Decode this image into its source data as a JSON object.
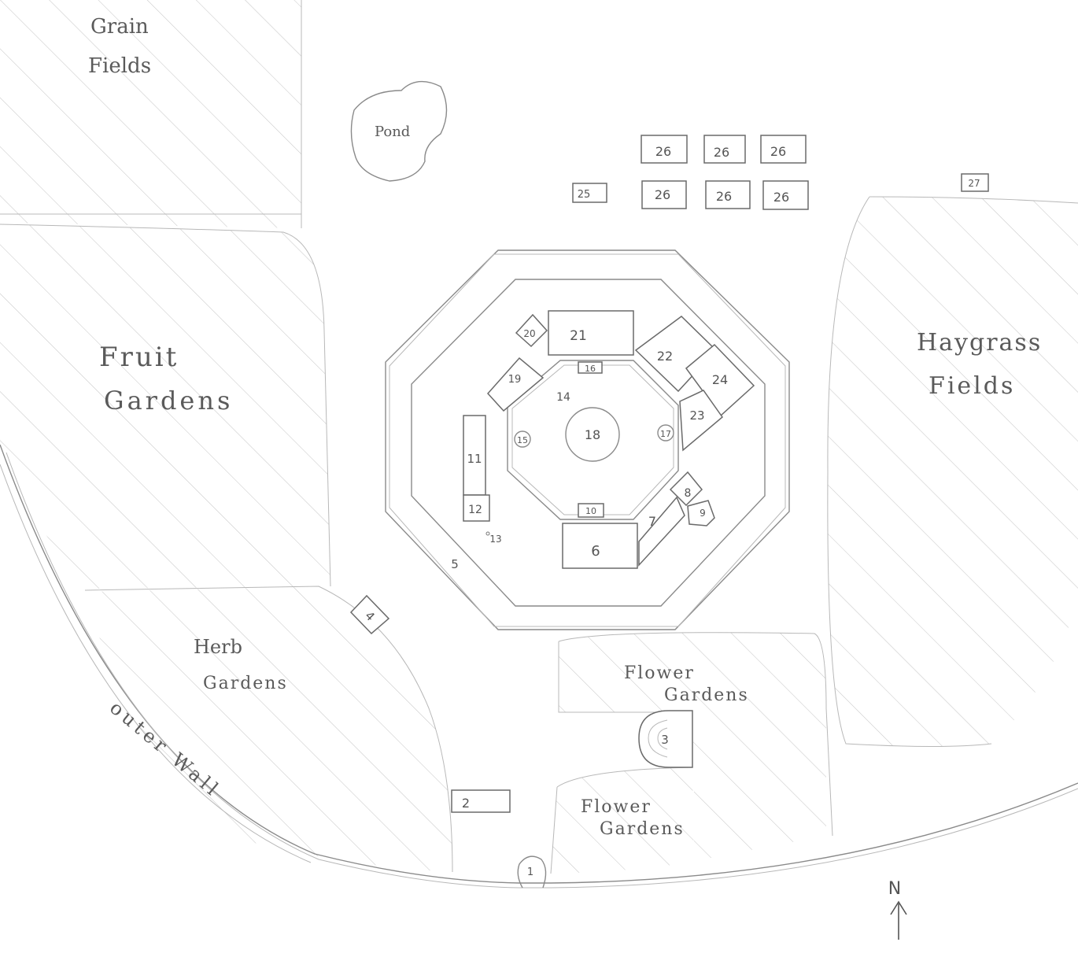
{
  "regions": {
    "grain": [
      "Grain",
      "Fields"
    ],
    "pond": "Pond",
    "fruit": [
      "Fruit",
      "Gardens"
    ],
    "haygrass": [
      "Haygrass",
      "Fields"
    ],
    "herb": [
      "Herb",
      "Gardens"
    ],
    "flower_upper": [
      "Flower",
      "Gardens"
    ],
    "flower_lower": [
      "Flower",
      "Gardens"
    ],
    "outer_wall": "outer Wall"
  },
  "numbers": {
    "n1": "1",
    "n2": "2",
    "n3": "3",
    "n4": "4",
    "n5": "5",
    "n6": "6",
    "n7": "7",
    "n8": "8",
    "n9": "9",
    "n10": "10",
    "n11": "11",
    "n12": "12",
    "n13": "13",
    "n14": "14",
    "n15": "15",
    "n16": "16",
    "n17": "17",
    "n18": "18",
    "n19": "19",
    "n20": "20",
    "n21": "21",
    "n22": "22",
    "n23": "23",
    "n24": "24",
    "n25": "25",
    "n26": "26",
    "n27": "27"
  },
  "compass": "N"
}
